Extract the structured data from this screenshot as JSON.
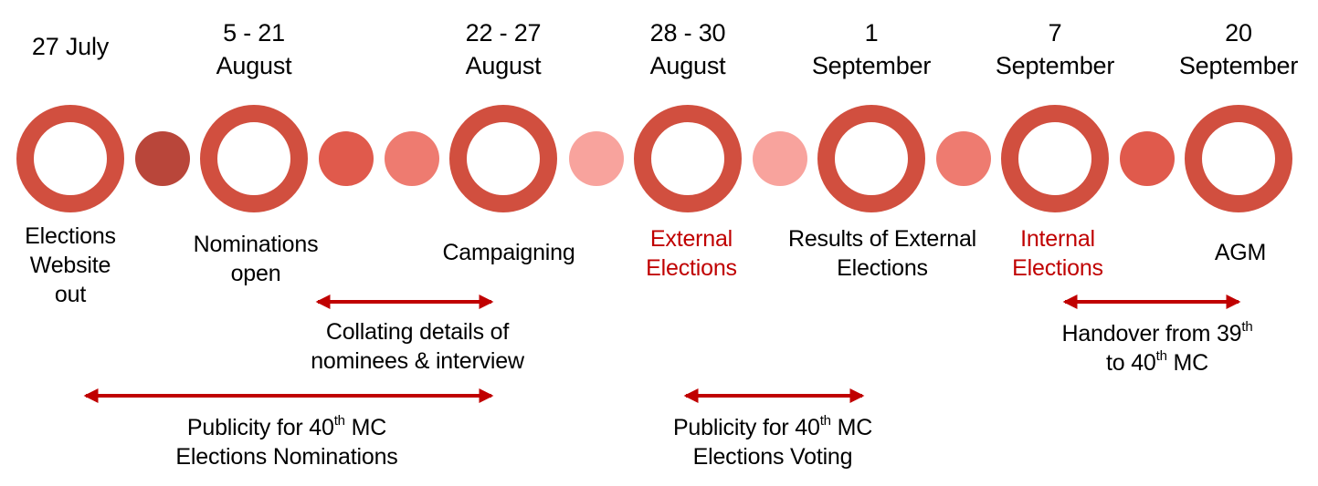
{
  "colors": {
    "ring": "#d14f3f",
    "arrow": "#c00000",
    "highlight_text": "#c00000",
    "dots": [
      "#b9463a",
      "#e05a4c",
      "#ee7b70",
      "#f8a39d",
      "#f8a39d",
      "#ee7b70",
      "#e05a4c"
    ]
  },
  "milestones": [
    {
      "date": "27 July",
      "label_lines": [
        "Elections",
        "Website",
        "out"
      ],
      "highlight": false
    },
    {
      "date_lines": [
        "5 - 21",
        "August"
      ],
      "label_lines": [
        "Nominations",
        "open"
      ],
      "highlight": false
    },
    {
      "date_lines": [
        "22 - 27",
        "August"
      ],
      "label_lines": [
        "Campaigning"
      ],
      "highlight": false
    },
    {
      "date_lines": [
        "28 - 30",
        "August"
      ],
      "label_lines": [
        "External",
        "Elections"
      ],
      "highlight": true
    },
    {
      "date_lines": [
        "1",
        "September"
      ],
      "label_lines": [
        "Results of External",
        "Elections"
      ],
      "highlight": false
    },
    {
      "date_lines": [
        "7",
        "September"
      ],
      "label_lines": [
        "Internal",
        "Elections"
      ],
      "highlight": true
    },
    {
      "date_lines": [
        "20",
        "September"
      ],
      "label_lines": [
        "AGM"
      ],
      "highlight": false
    }
  ],
  "spans": {
    "collating": {
      "line1": "Collating details of",
      "line2": "nominees & interview"
    },
    "handover": {
      "line1_pre": "Handover from 39",
      "line1_sup": "th",
      "line2_pre": "to 40",
      "line2_sup": "th",
      "line2_post": " MC"
    },
    "publicity_nominations": {
      "line1_pre": "Publicity for 40",
      "line1_sup": "th",
      "line1_post": " MC",
      "line2": "Elections Nominations"
    },
    "publicity_voting": {
      "line1_pre": "Publicity for 40",
      "line1_sup": "th",
      "line1_post": " MC",
      "line2": "Elections Voting"
    }
  }
}
